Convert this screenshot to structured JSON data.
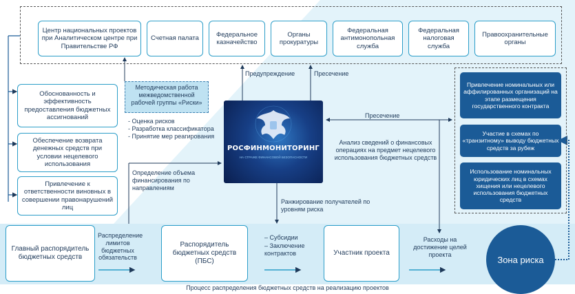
{
  "agencies": [
    "Центр национальных проектов при Аналитическом центре при Правительстве РФ",
    "Счетная палата",
    "Федеральное казначейство",
    "Органы прокуратуры",
    "Федеральная антимонопольная служба",
    "Федеральная налоговая служба",
    "Правоохранительные органы"
  ],
  "left_boxes": [
    "Обоснованность и эффективность предоставления бюджетных ассигнований",
    "Обеспечение возврата денежных средств при условии нецелевого использования",
    "Привлечение к ответственности виновных в совершении правонарушений лиц"
  ],
  "method_box": "Методическая работа межведомственной рабочей группы «Риски»",
  "method_items": [
    "- Оценка рисков",
    "- Разработка классификатора",
    "- Принятие мер реагирования"
  ],
  "labels": {
    "warning": "Предупреждение",
    "suppression_top": "Пресечение",
    "suppression_right": "Пресечение",
    "analysis": "Анализ сведений о финансовых операциях на предмет нецелевого использования бюджетных средств",
    "funding": "Определение объема финансирования по направлениям",
    "ranking": "Ранжирование получателей по уровням риска",
    "limits": "Распределение лимитов бюджетных обязательств",
    "subsidies": "– Субсидии",
    "contracts": "– Заключение контрактов",
    "expenses": "Расходы на достижение целей проекта"
  },
  "rosfin": {
    "title": "РОСФИНМОНИТОРИНГ",
    "subtitle": "НА СТРАЖЕ ФИНАНСОВОЙ БЕЗОПАСНОСТИ"
  },
  "risk_boxes": [
    "Привлечение номинальных или аффилированных организаций на этапе размещения государственного контракта",
    "Участие в схемах по «транзитному» выводу бюджетных средств за рубеж",
    "Использование номинальных юридических лиц в схемах хищения или нецелевого использования бюджетных средств"
  ],
  "process": {
    "main_manager": "Главный распорядитель бюджетных средств",
    "manager": "Распорядитель бюджетных средств (ПБС)",
    "participant": "Участник проекта"
  },
  "risk_zone": "Зона риска",
  "footer": "Процесс распределения бюджетных средств на реализацию проектов",
  "colors": {
    "accent": "#2b9dc8",
    "dark_blue": "#1b5b97",
    "band": "#d4ecf7"
  }
}
